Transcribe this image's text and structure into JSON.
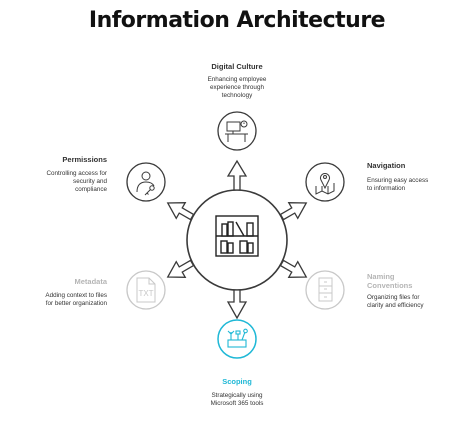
{
  "title": "Information Architecture",
  "colors": {
    "outline": "#3a3a3a",
    "faded": "#c8c8c8",
    "accent": "#1fb8d6"
  },
  "nodes": {
    "digital_culture": {
      "title": "Digital Culture",
      "desc": [
        "Enhancing employee",
        "experience through",
        "technology"
      ],
      "icon": "workstation-icon"
    },
    "navigation": {
      "title": "Navigation",
      "desc": [
        "Ensuring easy access",
        "to information"
      ],
      "icon": "map-pin-icon"
    },
    "naming_conventions": {
      "title": [
        "Naming",
        "Conventions"
      ],
      "desc": [
        "Organizing files for",
        "clarity and efficiency"
      ],
      "icon": "file-cabinet-icon"
    },
    "scoping": {
      "title": "Scoping",
      "desc": [
        "Strategically using",
        "Microsoft 365 tools"
      ],
      "icon": "tools-icon"
    },
    "metadata": {
      "title": "Metadata",
      "desc": [
        "Adding context to files",
        "for better organization"
      ],
      "icon": "txt-file-icon"
    },
    "permissions": {
      "title": "Permissions",
      "desc": [
        "Controlling access for",
        "security and",
        "compliance"
      ],
      "icon": "user-key-icon"
    }
  },
  "center": {
    "icon": "bookshelf-icon"
  }
}
